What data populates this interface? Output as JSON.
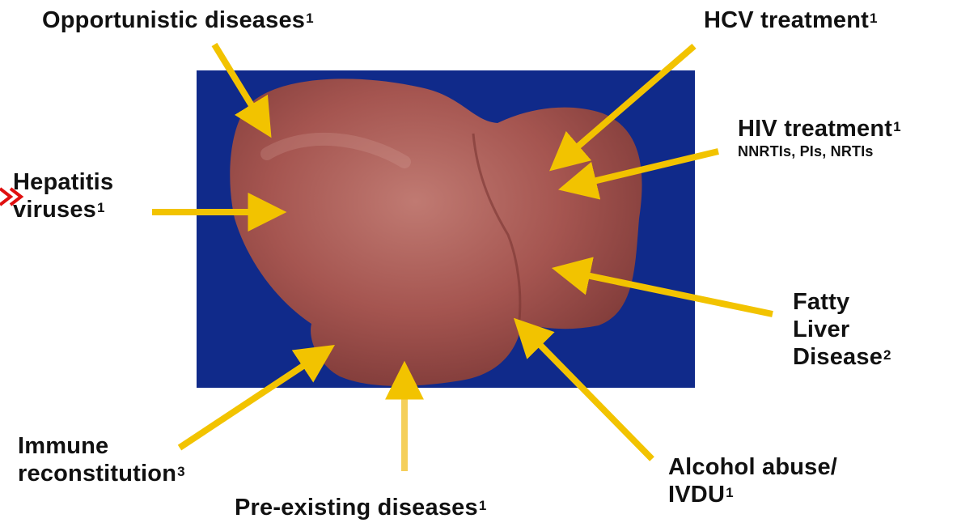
{
  "colors": {
    "background_panel": "#102a8a",
    "liver": "#9e4a46",
    "arrow": "#f2c300",
    "text": "#111111",
    "cursor_marker": "#e01010"
  },
  "labels": {
    "opportunistic": {
      "text": "Opportunistic diseases",
      "sup": "1"
    },
    "hcv": {
      "text": "HCV treatment",
      "sup": "1"
    },
    "hiv": {
      "text": "HIV treatment",
      "sup": "1",
      "sub": "NNRTIs, PIs, NRTIs"
    },
    "hepatitis": {
      "line1": "Hepatitis",
      "line2": "viruses",
      "sup": "1"
    },
    "fatty": {
      "line1": "Fatty",
      "line2": "Liver",
      "line3": "Disease",
      "sup": "2"
    },
    "immune": {
      "line1": "Immune",
      "line2": "reconstitution",
      "sup": "3"
    },
    "preexisting": {
      "text": "Pre-existing diseases",
      "sup": "1"
    },
    "alcohol": {
      "line1": "Alcohol abuse/",
      "line2": "IVDU",
      "sup": "1"
    }
  }
}
